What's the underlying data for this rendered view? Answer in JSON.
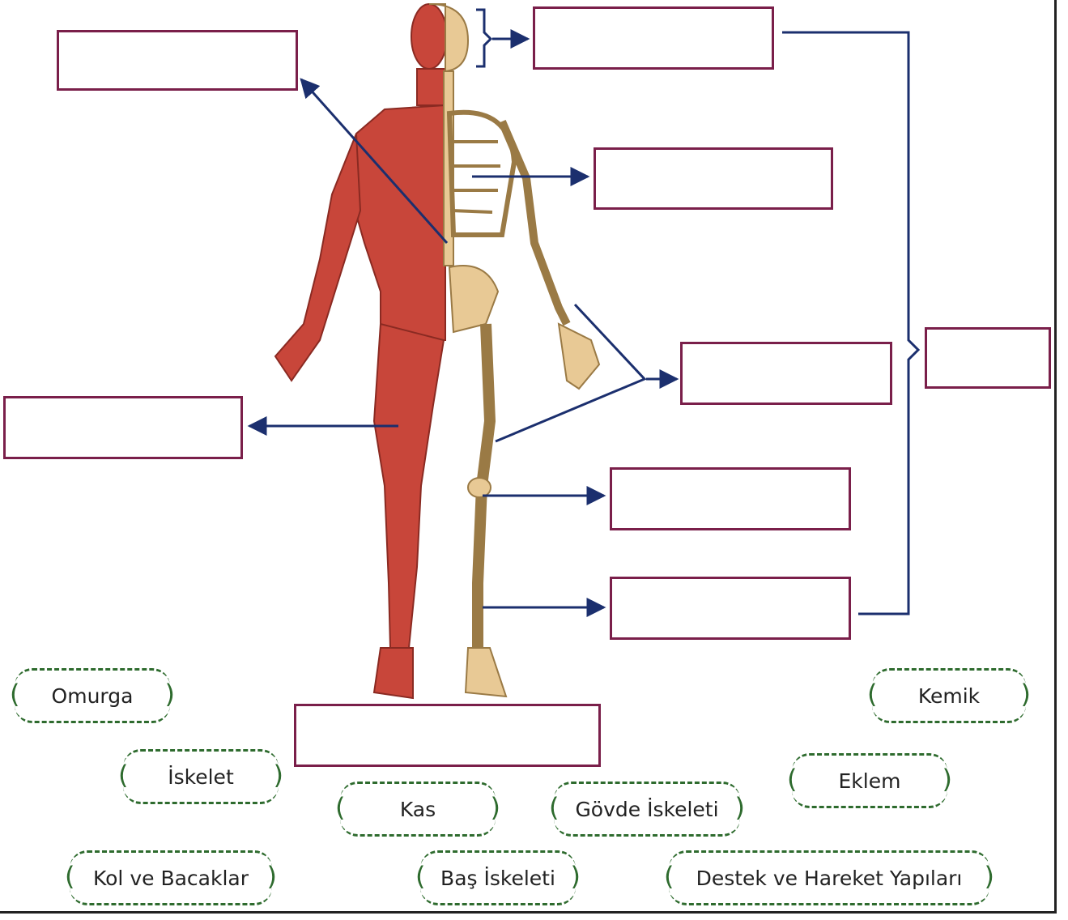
{
  "word_bank": {
    "omurga": "Omurga",
    "kemik": "Kemik",
    "iskelet": "İskelet",
    "eklem": "Eklem",
    "kas": "Kas",
    "govde_iskeleti": "Gövde İskeleti",
    "kol_ve_bacaklar": "Kol ve Bacaklar",
    "bas_iskeleti": "Baş İskeleti",
    "destek_ve_hareket": "Destek ve Hareket Yapıları"
  },
  "colors": {
    "box_border": "#7a1f4a",
    "arrow": "#1b2f6e",
    "dashed": "#2e6b2e",
    "muscle": "#c8463a",
    "bone": "#e8c995"
  }
}
